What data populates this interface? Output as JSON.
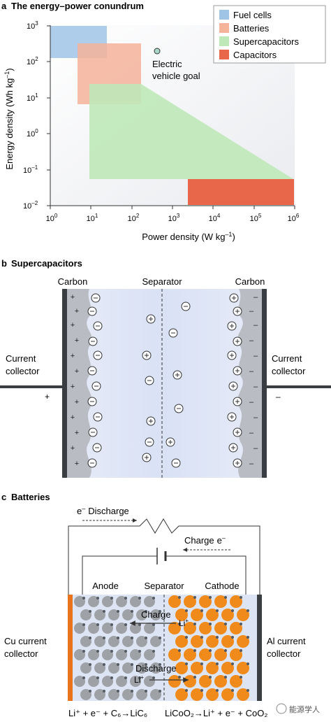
{
  "panel_a": {
    "letter": "a",
    "title": "The energy–power conundrum",
    "ylabel_main": "Energy density (Wh kg",
    "ylabel_sup": "–1",
    "ylabel_end": ")",
    "xlabel_main": "Power density (W kg",
    "xlabel_sup": "–1",
    "xlabel_end": ")",
    "y_tick_exps": [
      "3",
      "2",
      "1",
      "0",
      "–1",
      "–2"
    ],
    "x_tick_exps": [
      "0",
      "1",
      "2",
      "3",
      "4",
      "5",
      "6"
    ],
    "tick_base": "10",
    "ev_goal_line1": "Electric",
    "ev_goal_line2": "vehicle goal",
    "legend": [
      {
        "label": "Fuel cells",
        "color": "#9fc4e6"
      },
      {
        "label": "Batteries",
        "color": "#f5b39a"
      },
      {
        "label": "Supercapacitors",
        "color": "#bfe8b8"
      },
      {
        "label": "Capacitors",
        "color": "#e8664a"
      }
    ]
  },
  "panel_b": {
    "letter": "b",
    "title": "Supercapacitors",
    "carbon_left": "Carbon",
    "separator": "Separator",
    "carbon_right": "Carbon",
    "current_left_1": "Current",
    "current_left_2": "collector",
    "current_right_1": "Current",
    "current_right_2": "collector",
    "plus_sign": "+",
    "minus_sign": "–"
  },
  "panel_c": {
    "letter": "c",
    "title": "Batteries",
    "discharge_top": "Discharge",
    "electron": "e",
    "electron_sup": "–",
    "charge_top": "Charge",
    "anode": "Anode",
    "separator": "Separator",
    "cathode": "Cathode",
    "charge_mid": "Charge",
    "discharge_mid": "Discharge",
    "li_ion": "Li",
    "li_sup": "+",
    "cu_1": "Cu current",
    "cu_2": "collector",
    "al_1": "Al current",
    "al_2": "collector",
    "eq_left": "Li⁺ + e⁻ + C₆→LiC₆",
    "eq_right": "LiCoO₂→Li⁺ + e⁻ + CoO₂",
    "watermark": "能源学人"
  }
}
